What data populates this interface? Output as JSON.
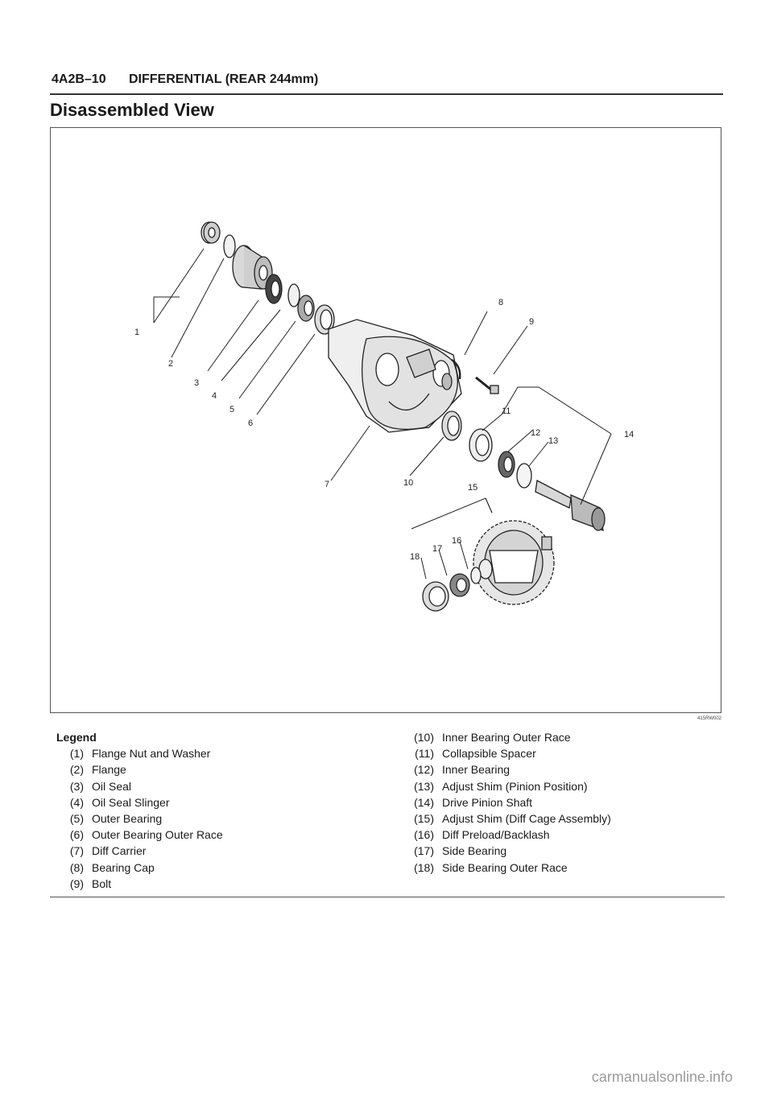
{
  "header": {
    "code": "4A2B–10",
    "section": "DIFFERENTIAL (REAR 244mm)"
  },
  "page_title": "Disassembled View",
  "figure": {
    "code": "415RW002",
    "callouts": [
      "1",
      "2",
      "3",
      "4",
      "5",
      "6",
      "7",
      "8",
      "9",
      "10",
      "11",
      "12",
      "13",
      "14",
      "15",
      "16",
      "17",
      "18"
    ]
  },
  "legend": {
    "heading": "Legend",
    "left": [
      {
        "num": "(1)",
        "text": "Flange Nut and Washer"
      },
      {
        "num": "(2)",
        "text": "Flange"
      },
      {
        "num": "(3)",
        "text": "Oil Seal"
      },
      {
        "num": "(4)",
        "text": "Oil Seal Slinger"
      },
      {
        "num": "(5)",
        "text": "Outer Bearing"
      },
      {
        "num": "(6)",
        "text": "Outer Bearing Outer Race"
      },
      {
        "num": "(7)",
        "text": "Diff Carrier"
      },
      {
        "num": "(8)",
        "text": "Bearing Cap"
      },
      {
        "num": "(9)",
        "text": "Bolt"
      }
    ],
    "right": [
      {
        "num": "(10)",
        "text": "Inner Bearing Outer Race"
      },
      {
        "num": "(11)",
        "text": "Collapsible Spacer"
      },
      {
        "num": "(12)",
        "text": "Inner Bearing"
      },
      {
        "num": "(13)",
        "text": "Adjust Shim (Pinion Position)"
      },
      {
        "num": "(14)",
        "text": "Drive Pinion Shaft"
      },
      {
        "num": "(15)",
        "text": "Adjust Shim (Diff Cage Assembly)"
      },
      {
        "num": "(16)",
        "text": "Diff Preload/Backlash"
      },
      {
        "num": "(17)",
        "text": "Side Bearing"
      },
      {
        "num": "(18)",
        "text": "Side Bearing Outer Race"
      }
    ]
  },
  "watermark": "carmanualsonline.info"
}
